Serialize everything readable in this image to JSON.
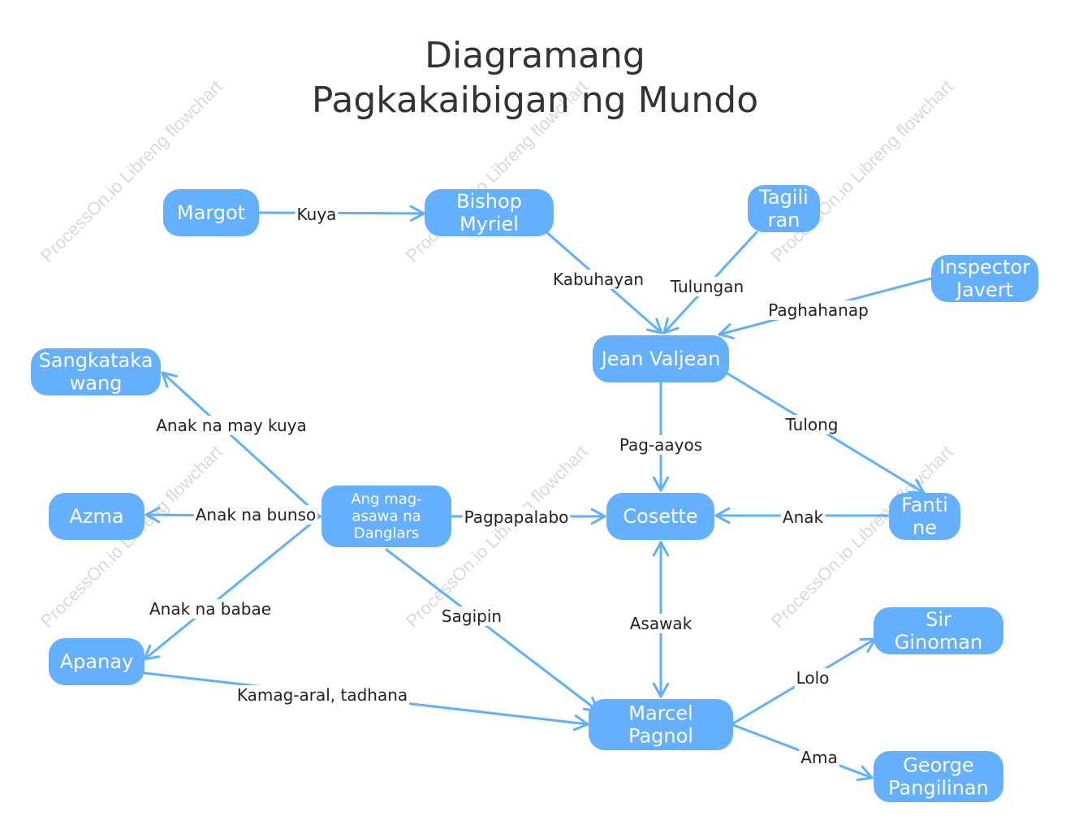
{
  "diagram": {
    "title_line1": "Diagramang",
    "title_line2": "Pagkakaibigan ng Mundo",
    "watermark": "ProcessOn.io Libreng flowchart",
    "colors": {
      "node_fill": "#64b0ff",
      "node_text": "#ffffff",
      "edge": "#5fb0ff",
      "label_text": "#222222",
      "title_text": "#333333"
    },
    "nodes": [
      {
        "id": "margot",
        "lines": [
          "Margot"
        ]
      },
      {
        "id": "bishop",
        "lines": [
          "Bishop",
          "Myriel"
        ]
      },
      {
        "id": "tagiliran",
        "lines": [
          "Tagili",
          "ran"
        ]
      },
      {
        "id": "javert",
        "lines": [
          "Inspector",
          "Javert"
        ]
      },
      {
        "id": "valjean",
        "lines": [
          "Jean Valjean"
        ]
      },
      {
        "id": "sangkatakawang",
        "lines": [
          "Sangkataka",
          "wang"
        ]
      },
      {
        "id": "azma",
        "lines": [
          "Azma"
        ]
      },
      {
        "id": "danglars",
        "lines": [
          "Ang mag-",
          "asawa na",
          "Danglars"
        ]
      },
      {
        "id": "cosette",
        "lines": [
          "Cosette"
        ]
      },
      {
        "id": "fantine",
        "lines": [
          "Fanti",
          "ne"
        ]
      },
      {
        "id": "apanay",
        "lines": [
          "Apanay"
        ]
      },
      {
        "id": "sir",
        "lines": [
          "Sir",
          "Ginoman"
        ]
      },
      {
        "id": "marcel",
        "lines": [
          "Marcel",
          "Pagnol"
        ]
      },
      {
        "id": "george",
        "lines": [
          "George",
          "Pangilinan"
        ]
      }
    ],
    "edges": [
      {
        "id": "e-kuya",
        "label": "Kuya"
      },
      {
        "id": "e-kabuhayan",
        "label": "Kabuhayan"
      },
      {
        "id": "e-tulungan",
        "label": "Tulungan"
      },
      {
        "id": "e-paghahanap",
        "label": "Paghahanap"
      },
      {
        "id": "e-pagaayos",
        "label": "Pag-aayos"
      },
      {
        "id": "e-tulong",
        "label": "Tulong"
      },
      {
        "id": "e-anak",
        "label": "Anak"
      },
      {
        "id": "e-pagpapalabo",
        "label": "Pagpapalabo"
      },
      {
        "id": "e-asawak",
        "label": "Asawak"
      },
      {
        "id": "e-anakkuya",
        "label": "Anak na may kuya"
      },
      {
        "id": "e-anakbunso",
        "label": "Anak na bunso"
      },
      {
        "id": "e-anakbabae",
        "label": "Anak na babae"
      },
      {
        "id": "e-sagipin",
        "label": "Sagipin"
      },
      {
        "id": "e-kamagaral",
        "label": "Kamag-aral, tadhana"
      },
      {
        "id": "e-lolo",
        "label": "Lolo"
      },
      {
        "id": "e-ama",
        "label": "Ama"
      }
    ]
  }
}
